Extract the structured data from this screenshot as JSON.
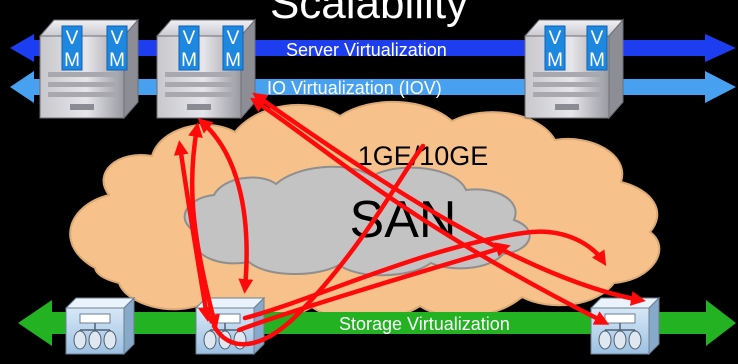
{
  "title": "Scalability",
  "bands": {
    "server": "Server Virtualization",
    "io": "IO Virtualization (IOV)",
    "storage": "Storage Virtualization"
  },
  "cloud": {
    "outer_label": "1GE/10GE",
    "inner_label": "SAN"
  },
  "vm": {
    "top": "V",
    "bottom": "M"
  },
  "colors": {
    "background": "#000000",
    "server_band": "#1d3df0",
    "io_band": "#47a1f0",
    "storage_band": "#23b222",
    "outer_cloud": "#f6c18a",
    "inner_cloud": "#c3c3c3",
    "vm_box": "#1e88e0",
    "connection_arrows": "#ff0a0a"
  },
  "icons": {
    "servers": "server-tower-icon",
    "storage": "storage-array-icon"
  }
}
